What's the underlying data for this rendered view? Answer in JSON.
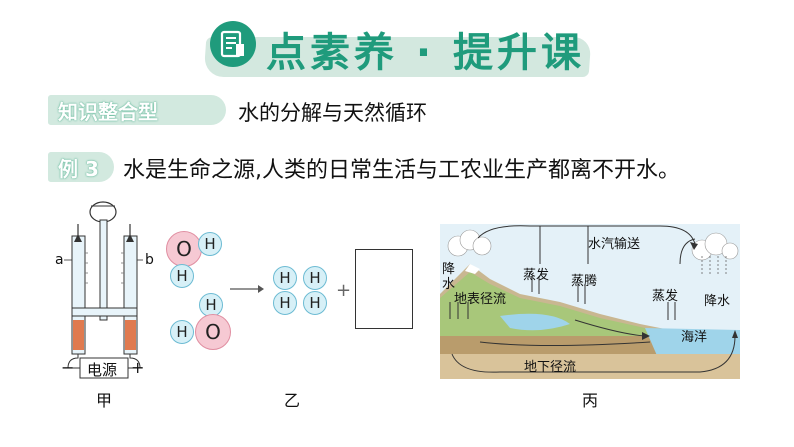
{
  "header": {
    "title": "点素养 · 提升课"
  },
  "section": {
    "tag": "知识整合型",
    "topic": "水的分解与天然循环"
  },
  "example": {
    "tag": "例 3",
    "text": "水是生命之源,人类的日常生活与工农业生产都离不开水。"
  },
  "figure_jia": {
    "label_a": "a",
    "label_b": "b",
    "power": "电源",
    "minus": "−",
    "plus": "+",
    "caption": "甲"
  },
  "figure_yi": {
    "o_symbol": "O",
    "h_symbol": "H",
    "plus": "+",
    "caption": "乙"
  },
  "figure_bing": {
    "vapor_transport": "水汽输送",
    "precip_left": "降水",
    "evaporate_left": "蒸发",
    "transpire": "蒸腾",
    "surface_runoff": "地表径流",
    "evaporate_right": "蒸发",
    "precip_right": "降水",
    "ocean": "海洋",
    "underground_runoff": "地下径流",
    "caption": "丙"
  },
  "colors": {
    "accent": "#1f9b7c",
    "tag_bg": "#d2e9df",
    "oxygen": "#f6c9d3",
    "hydrogen": "#d7f0f7"
  }
}
